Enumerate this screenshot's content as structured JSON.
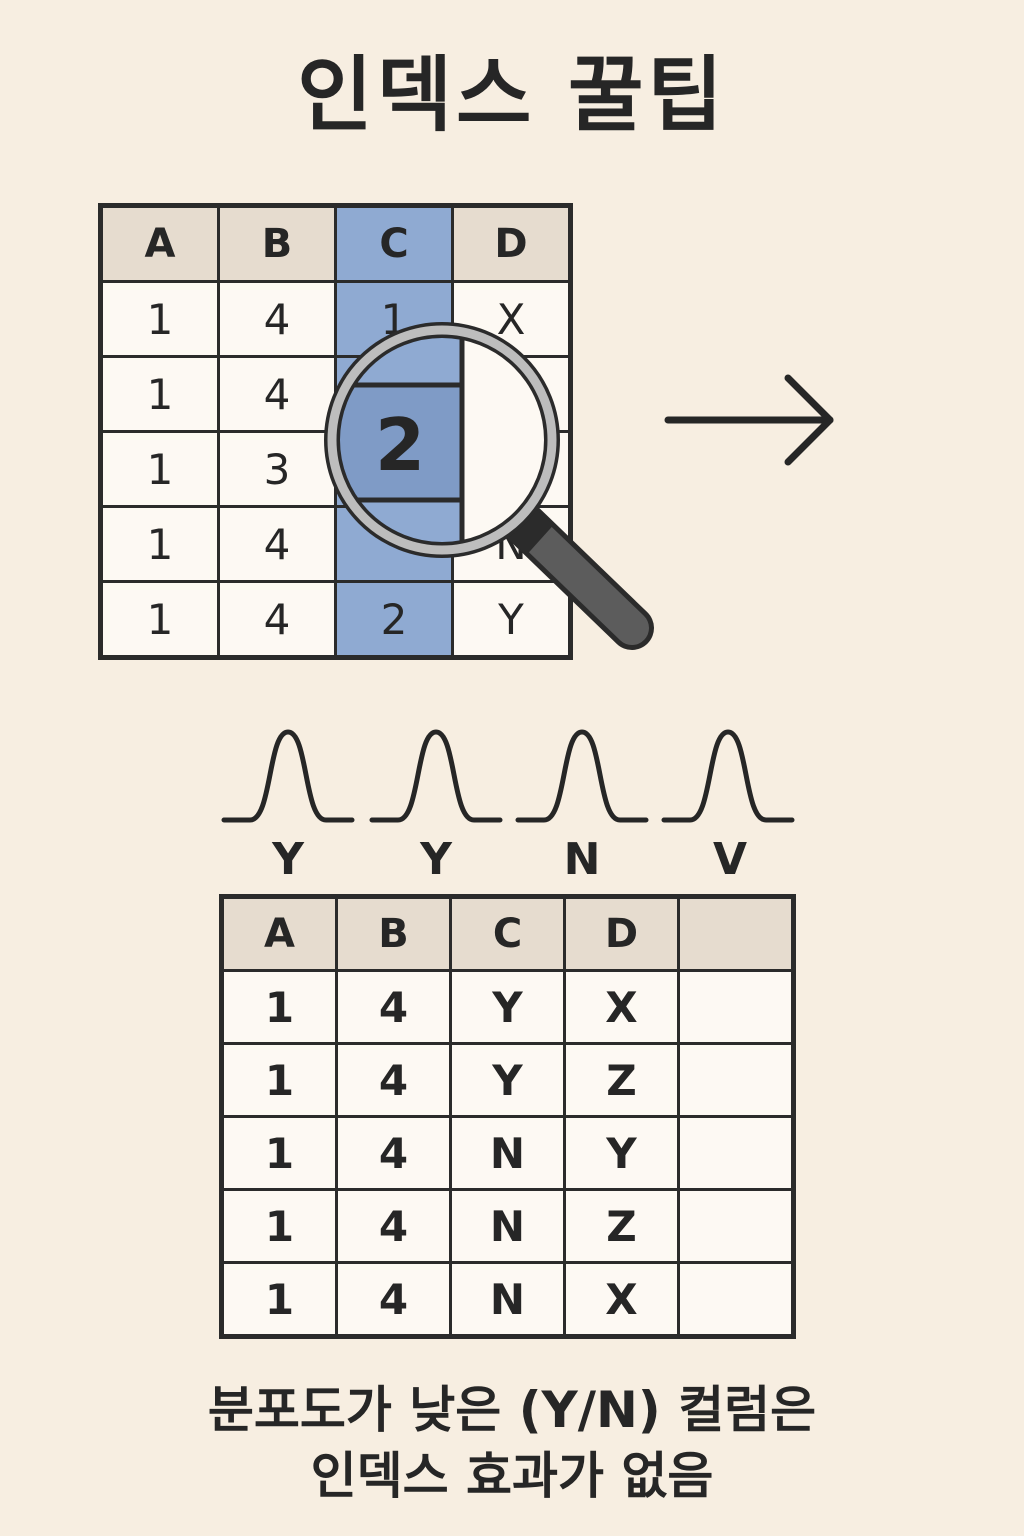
{
  "title": "인덱스 꿀팁",
  "top_table": {
    "headers": [
      "A",
      "B",
      "C",
      "D"
    ],
    "rows": [
      [
        "1",
        "4",
        "1",
        "X"
      ],
      [
        "1",
        "4",
        "",
        ""
      ],
      [
        "1",
        "3",
        "",
        ""
      ],
      [
        "1",
        "4",
        "",
        "N"
      ],
      [
        "1",
        "4",
        "2",
        "Y"
      ]
    ],
    "highlight_column": "C",
    "highlight_color": "#8faad2"
  },
  "magnifier": {
    "value": "2"
  },
  "arrow_icon": "right-arrow-icon",
  "distribution_labels": [
    "Y",
    "Y",
    "N",
    "V"
  ],
  "bottom_table": {
    "headers": [
      "A",
      "B",
      "C",
      "D",
      ""
    ],
    "rows": [
      [
        "1",
        "4",
        "Y",
        "X",
        ""
      ],
      [
        "1",
        "4",
        "Y",
        "Z",
        ""
      ],
      [
        "1",
        "4",
        "N",
        "Y",
        ""
      ],
      [
        "1",
        "4",
        "N",
        "Z",
        ""
      ],
      [
        "1",
        "4",
        "N",
        "X",
        ""
      ]
    ]
  },
  "caption": {
    "line1": "분포도가 낮은 (Y/N) 컬럼은",
    "line2": "인덱스 효과가 없음"
  }
}
